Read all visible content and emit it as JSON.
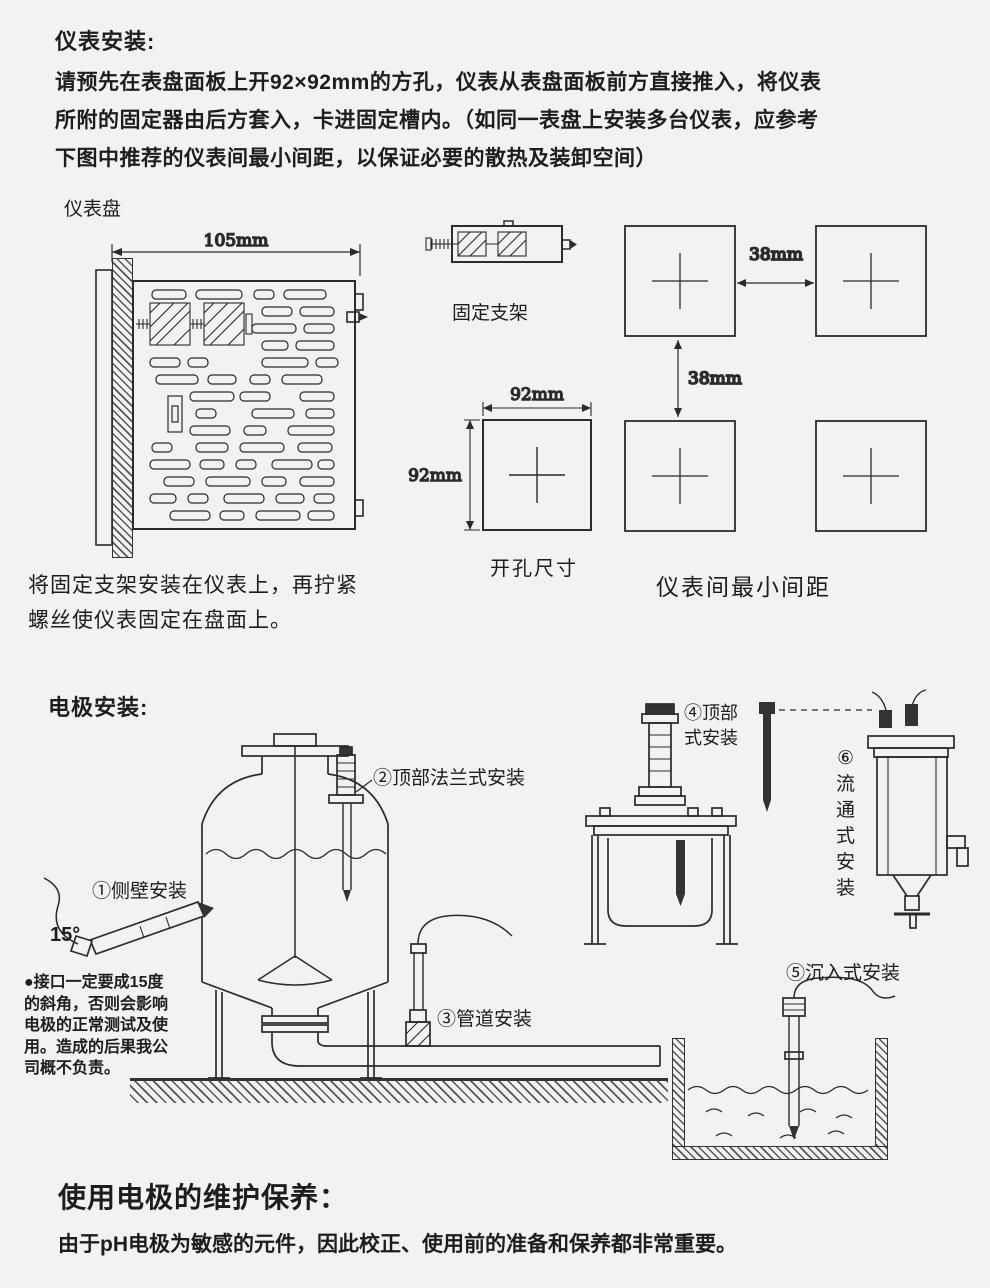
{
  "page": {
    "bg": "#f2f2f2",
    "ink": "#1d1d1d",
    "line": "#2b2b2b"
  },
  "meter_section": {
    "heading": "仪表安装:",
    "body_lines": [
      "请预先在表盘面板上开92×92mm的方孔，仪表从表盘面板前方直接推入，将仪表",
      "所附的固定器由后方套入，卡进固定槽内。（如同一表盘上安装多台仪表，应参考",
      "下图中推荐的仪表间最小间距，以保证必要的散热及装卸空间）"
    ],
    "panel_label": "仪表盘",
    "width_dim": "105mm",
    "bracket_label": "固定支架",
    "hole_caption": "开孔尺寸",
    "hole_width_dim": "92mm",
    "hole_height_dim": "92mm",
    "gap_h_dim": "38mm",
    "gap_v_dim": "38mm",
    "spacing_caption": "仪表间最小间距",
    "note_lines": [
      "将固定支架安装在仪表上，再拧紧",
      "螺丝使仪表固定在盘面上。"
    ]
  },
  "electrode_section": {
    "heading": "电极安装:",
    "labels": {
      "side_wall": "①侧壁安装",
      "angle": "15°",
      "top_flange": "②顶部法兰式安装",
      "pipe": "③管道安装",
      "top_mount_line1": "④顶部",
      "top_mount_line2": "式安装",
      "submersion": "⑤沉入式安装",
      "flow_chars": [
        "⑥",
        "流",
        "通",
        "式",
        "安",
        "装"
      ]
    },
    "warning_lines": [
      "●接口一定要成15度",
      "的斜角，否则会影响",
      "电极的正常测试及使",
      "用。造成的后果我公",
      "司概不负责。"
    ]
  },
  "maintenance_section": {
    "heading": "使用电极的维护保养：",
    "body": "由于pH电极为敏感的元件，因此校正、使用前的准备和保养都非常重要。"
  }
}
